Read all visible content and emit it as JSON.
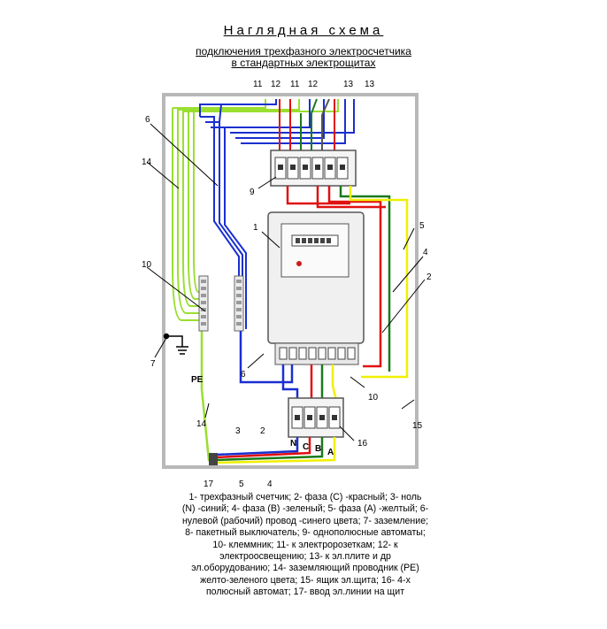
{
  "title": "Наглядная схема",
  "subtitle": [
    "подключения трехфазного электросчетчика",
    "в стандартных электрощитах"
  ],
  "labels": {
    "n1": "1",
    "n2": "2",
    "n3": "3",
    "n4": "4",
    "n5": "5",
    "n6": "6",
    "n7": "7",
    "n9": "9",
    "n10": "10",
    "n11": "11",
    "n12": "12",
    "n13": "13",
    "n14": "14",
    "n15": "15",
    "n16": "16",
    "n17": "17",
    "pe": "PE",
    "n": "N",
    "c": "C",
    "b": "B",
    "a": "A"
  },
  "legend_lines": [
    "1- трехфазный счетчик;  2- фаза (С) -красный;  3- ноль",
    "(N) -синий;  4- фаза (В) -зеленый;  5- фаза (А) -желтый;  6-",
    "нулевой (рабочий) провод -синего цвета;  7- заземление;",
    "8- пакетный выключатель;  9- однополюсные автоматы;",
    "10- клеммник;  11- к электророзеткам;  12- к",
    "электроосвещению;  13- к эл.плите и др",
    "эл.оборудованию;  14- заземляющий проводник (PE)",
    "желто-зеленого цвета;  15- ящик эл.щита;  16- 4-х",
    "полюсный автомат;  17- ввод эл.линии на щит"
  ],
  "colors": {
    "enclosure": "#b8b8b8",
    "phase_c": "#e01010",
    "neutral": "#1a2fd0",
    "phase_b": "#1a7a1a",
    "phase_a": "#f0f000",
    "pe": "#9adf30",
    "meter_body": "#f0f0f0"
  }
}
